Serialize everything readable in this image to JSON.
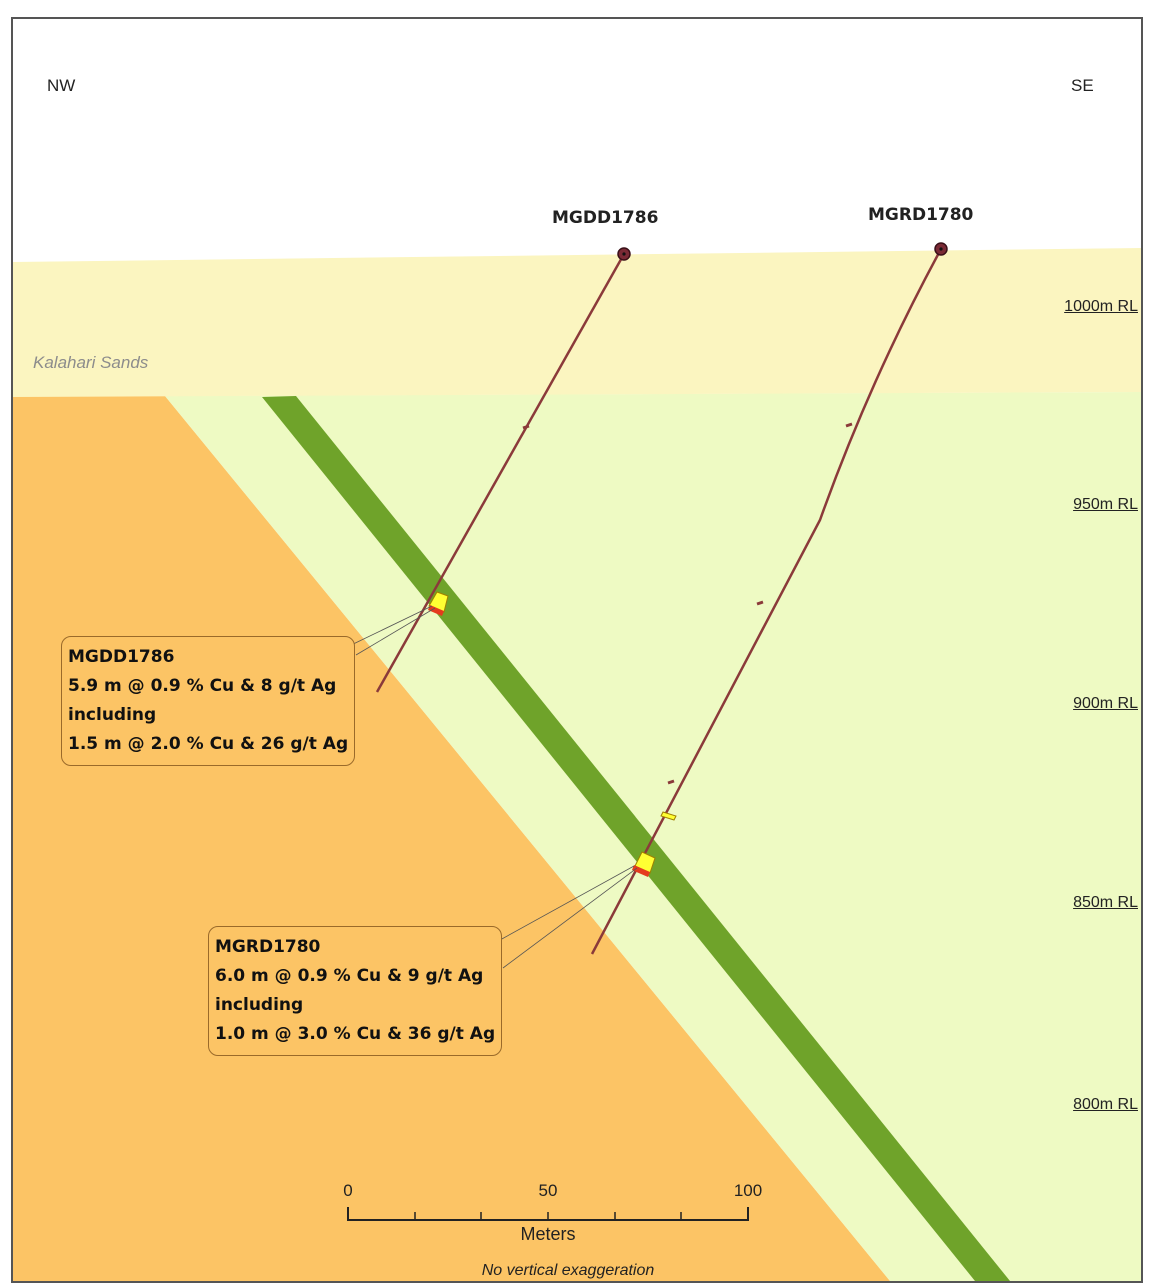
{
  "directions": {
    "left": "NW",
    "right": "SE"
  },
  "layers": {
    "sands_label": "Kalahari Sands"
  },
  "drillholes": [
    {
      "id": "MGDD1786"
    },
    {
      "id": "MGRD1780"
    }
  ],
  "rl_labels": [
    "1000m RL",
    "950m RL",
    "900m RL",
    "850m RL",
    "800m RL"
  ],
  "intercepts": [
    {
      "hole": "MGDD1786",
      "main": "5.9 m @ 0.9 % Cu & 8 g/t Ag",
      "including": "including",
      "sub": "1.5 m @ 2.0 % Cu & 26 g/t Ag"
    },
    {
      "hole": "MGRD1780",
      "main": "6.0 m @ 0.9 % Cu & 9 g/t Ag",
      "including": "including",
      "sub": "1.0 m @ 3.0 % Cu & 36 g/t Ag"
    }
  ],
  "scale_bar": {
    "ticks": [
      "0",
      "50",
      "100"
    ],
    "unit": "Meters"
  },
  "note": "No vertical exaggeration",
  "colors": {
    "frame": "#555555",
    "sky": "#ffffff",
    "kalahari_sands": "#fbf5c0",
    "hangingwall": "#eefac3",
    "footwall": "#fcc465",
    "ore_unit": "#6fa32a",
    "drill_trace": "#8b3a3a",
    "mineralised": "#ffff33",
    "high_grade": "#e53b1e"
  }
}
